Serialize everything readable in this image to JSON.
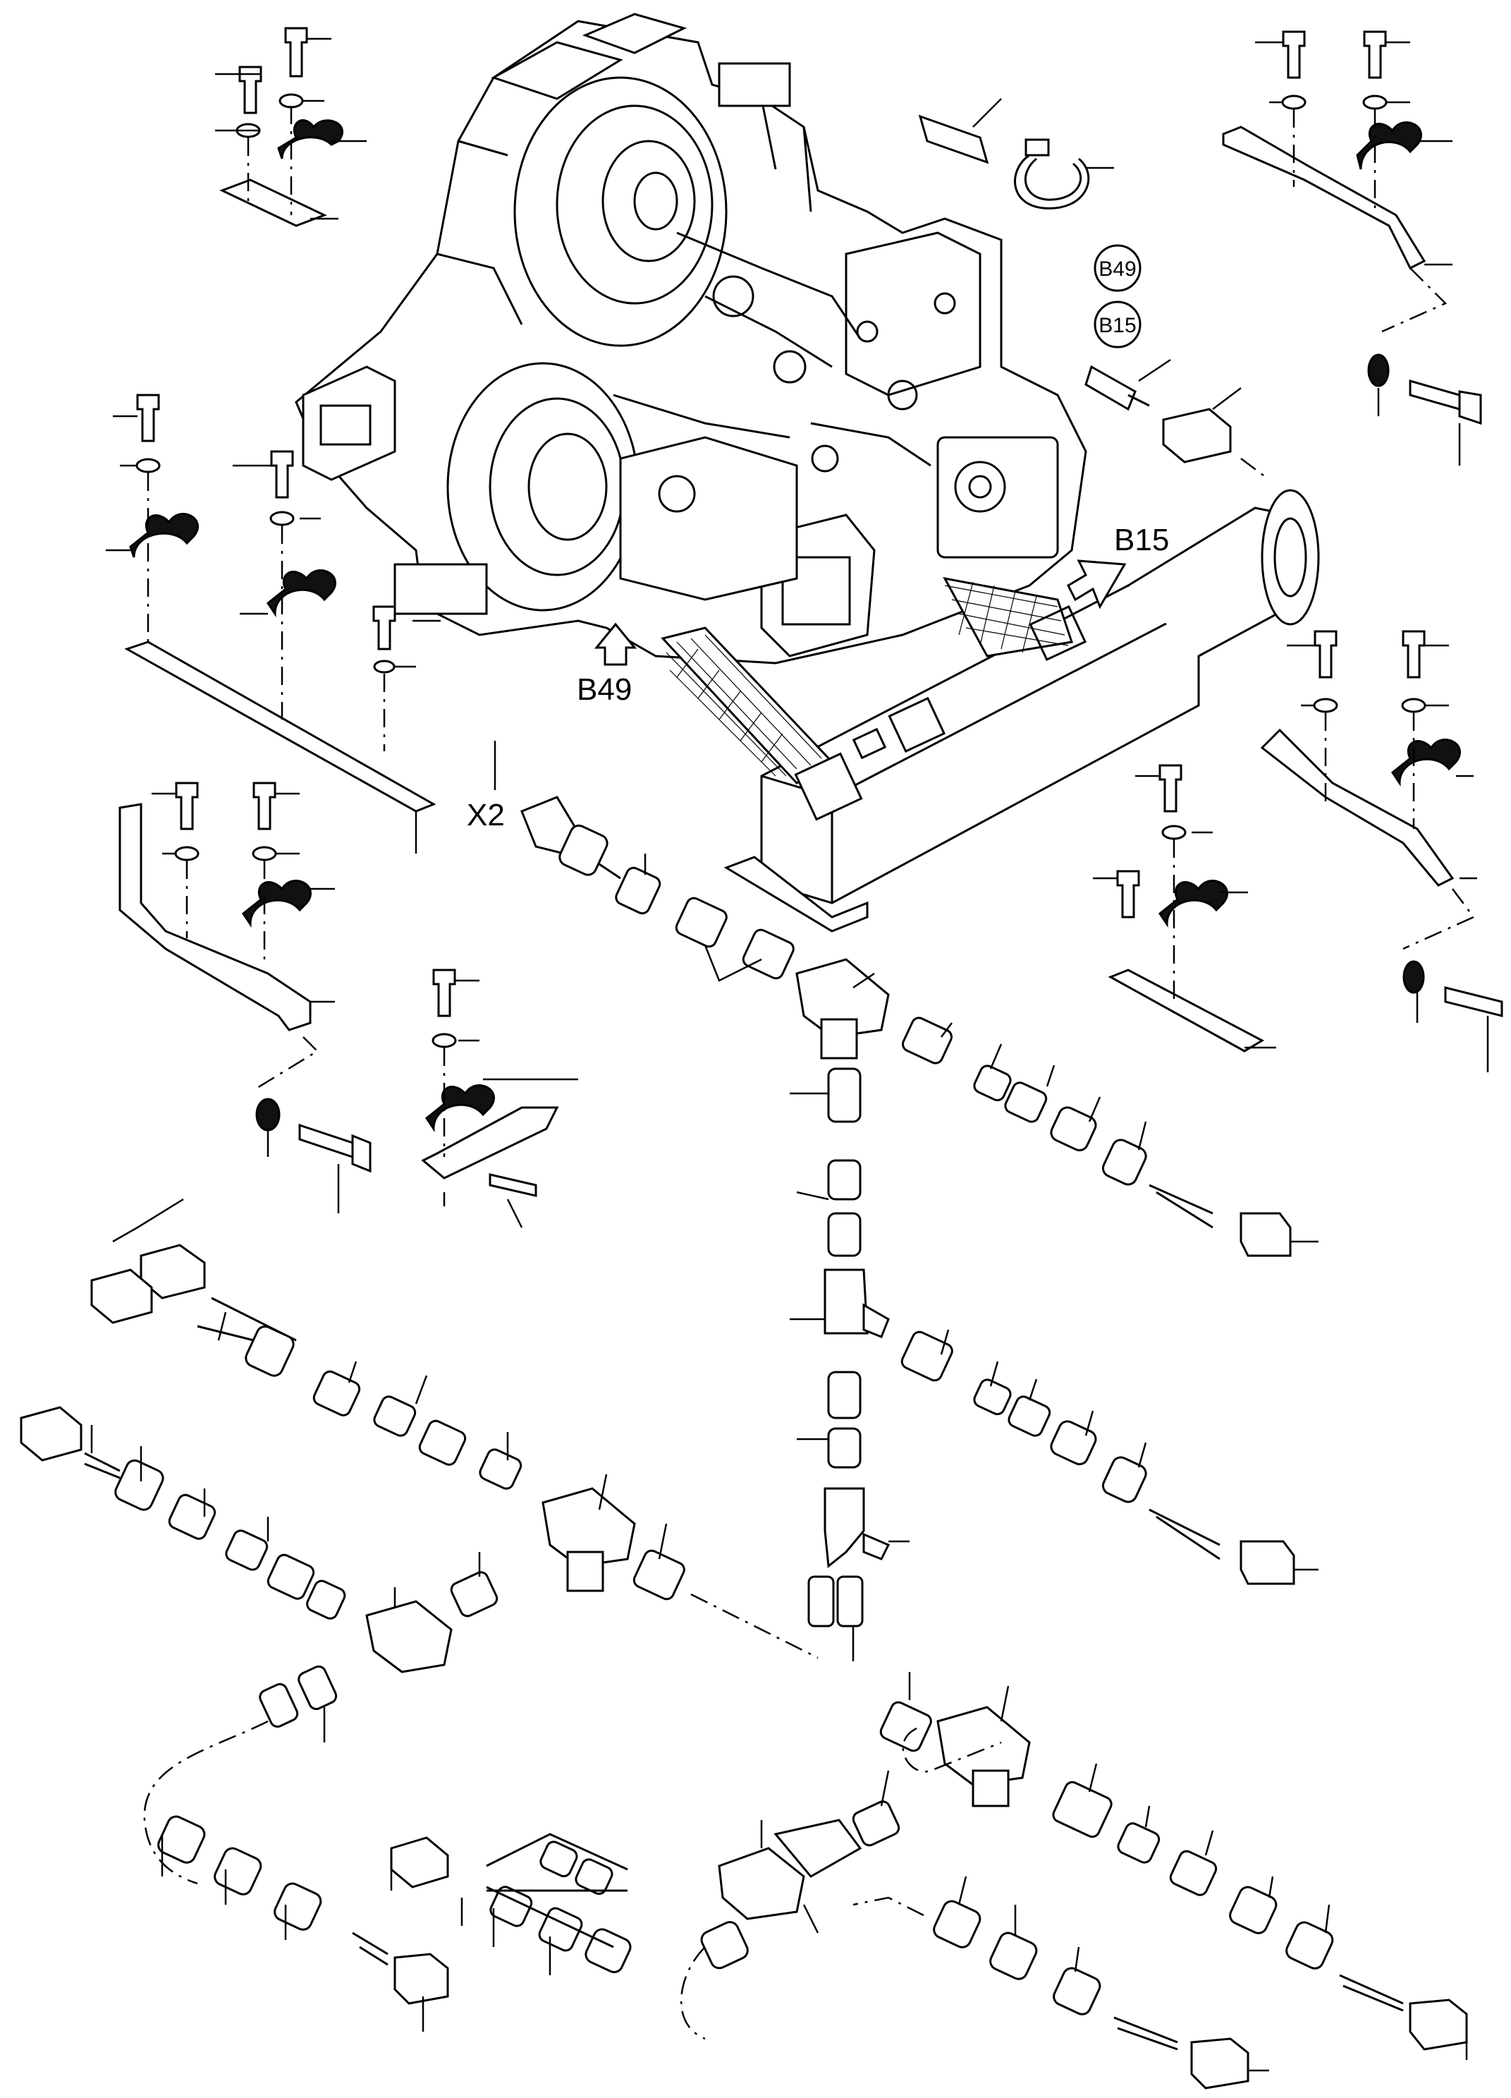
{
  "labels": {
    "b15_arrow": "B15",
    "b49_arrow": "B49",
    "x2": "X2",
    "b49_circle": "B49",
    "b15_circle": "B15"
  }
}
